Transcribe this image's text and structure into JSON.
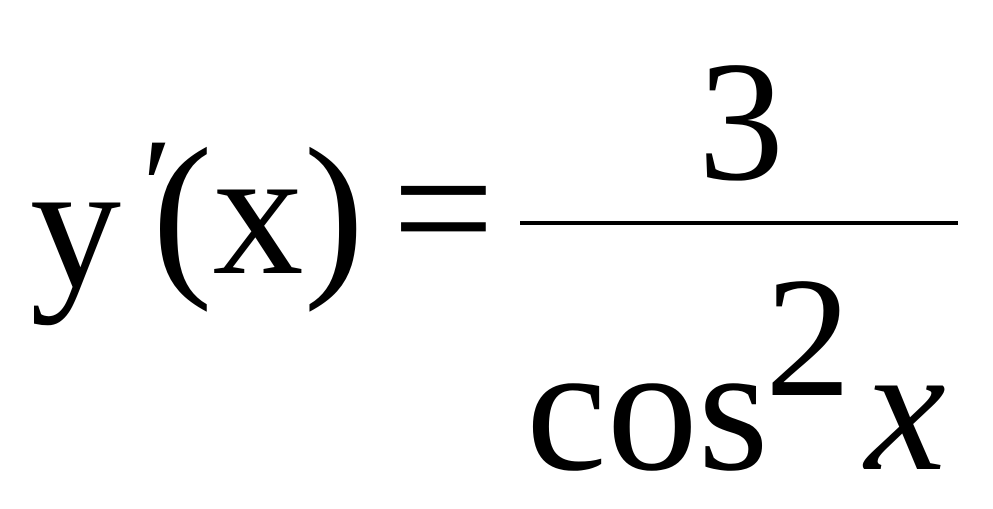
{
  "formula": {
    "lhs": {
      "function_name": "y",
      "prime": "′",
      "argument": "(x)"
    },
    "relation": "=",
    "rhs": {
      "numerator": "3",
      "denominator": {
        "function": "cos",
        "exponent": "2",
        "variable": "x"
      }
    }
  }
}
